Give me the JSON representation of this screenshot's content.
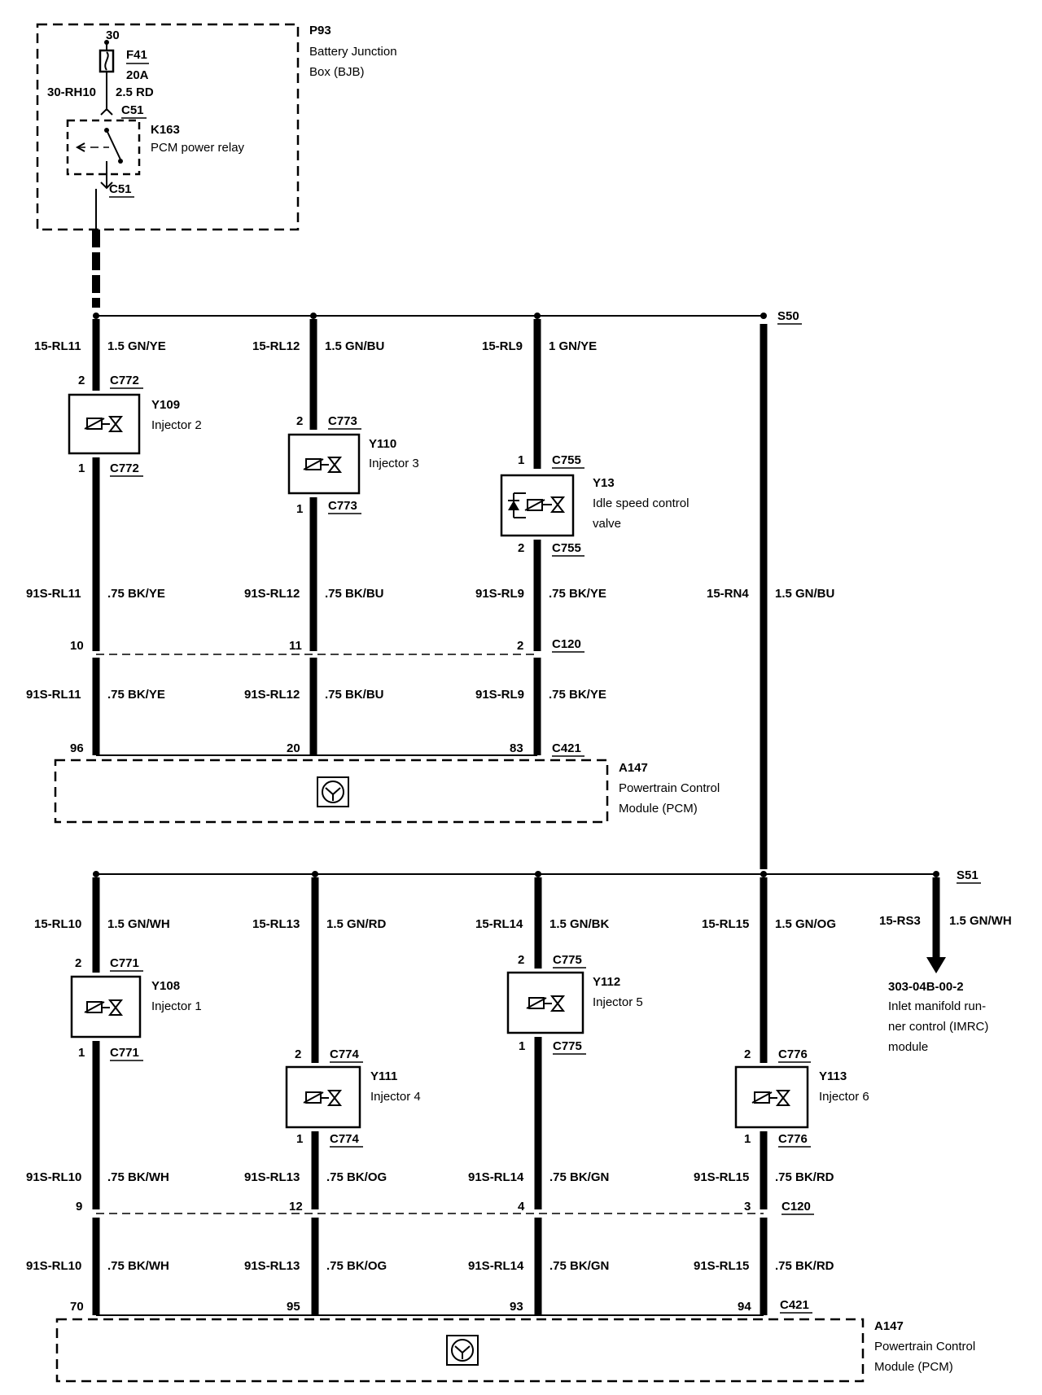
{
  "bjb": {
    "id": "P93",
    "name_line1": "Battery Junction",
    "name_line2": "Box (BJB)",
    "terminal": "30",
    "fuse_id": "F41",
    "fuse_rating": "20A",
    "feed_circuit": "30-RH10",
    "feed_wire": "2.5 RD",
    "relay_conn_top": "C51",
    "relay_conn_bottom": "C51",
    "relay_id": "K163",
    "relay_name": "PCM power relay"
  },
  "splices": {
    "s50": "S50",
    "s51": "S51"
  },
  "feed": {
    "circuit": "15-RN4",
    "wire": "1.5 GN/BU"
  },
  "row1": [
    {
      "supply_circuit": "15-RL11",
      "supply_wire": "1.5 GN/YE",
      "pin_top": "2",
      "conn_top": "C772",
      "pin_bottom": "1",
      "conn_bottom": "C772",
      "comp_id": "Y109",
      "comp_name": "Injector 2",
      "comp_name2": "",
      "ret_circuit": "91S-RL11",
      "ret_wire": ".75 BK/YE",
      "c120_pin": "10",
      "pcm_circuit": "91S-RL11",
      "pcm_wire": ".75 BK/YE",
      "pcm_pin": "96"
    },
    {
      "supply_circuit": "15-RL12",
      "supply_wire": "1.5 GN/BU",
      "pin_top": "2",
      "conn_top": "C773",
      "pin_bottom": "1",
      "conn_bottom": "C773",
      "comp_id": "Y110",
      "comp_name": "Injector 3",
      "comp_name2": "",
      "ret_circuit": "91S-RL12",
      "ret_wire": ".75 BK/BU",
      "c120_pin": "11",
      "pcm_circuit": "91S-RL12",
      "pcm_wire": ".75 BK/BU",
      "pcm_pin": "20"
    },
    {
      "supply_circuit": "15-RL9",
      "supply_wire": "1 GN/YE",
      "pin_top": "1",
      "conn_top": "C755",
      "pin_bottom": "2",
      "conn_bottom": "C755",
      "comp_id": "Y13",
      "comp_name": "Idle speed control",
      "comp_name2": "valve",
      "ret_circuit": "91S-RL9",
      "ret_wire": ".75 BK/YE",
      "c120_pin": "2",
      "pcm_circuit": "91S-RL9",
      "pcm_wire": ".75 BK/YE",
      "pcm_pin": "83"
    }
  ],
  "row1_connectors": {
    "c120": "C120",
    "c421": "C421"
  },
  "pcm1": {
    "id": "A147",
    "name_line1": "Powertrain Control",
    "name_line2": "Module (PCM)"
  },
  "row2": [
    {
      "supply_circuit": "15-RL10",
      "supply_wire": "1.5 GN/WH",
      "pin_top": "2",
      "conn_top": "C771",
      "pin_bottom": "1",
      "conn_bottom": "C771",
      "comp_id": "Y108",
      "comp_name": "Injector 1",
      "ret_circuit": "91S-RL10",
      "ret_wire": ".75 BK/WH",
      "c120_pin": "9",
      "pcm_circuit": "91S-RL10",
      "pcm_wire": ".75 BK/WH",
      "pcm_pin": "70"
    },
    {
      "supply_circuit": "15-RL13",
      "supply_wire": "1.5 GN/RD",
      "pin_top": "2",
      "conn_top": "C774",
      "pin_bottom": "1",
      "conn_bottom": "C774",
      "comp_id": "Y111",
      "comp_name": "Injector 4",
      "ret_circuit": "91S-RL13",
      "ret_wire": ".75 BK/OG",
      "c120_pin": "12",
      "pcm_circuit": "91S-RL13",
      "pcm_wire": ".75 BK/OG",
      "pcm_pin": "95"
    },
    {
      "supply_circuit": "15-RL14",
      "supply_wire": "1.5 GN/BK",
      "pin_top": "2",
      "conn_top": "C775",
      "pin_bottom": "1",
      "conn_bottom": "C775",
      "comp_id": "Y112",
      "comp_name": "Injector 5",
      "ret_circuit": "91S-RL14",
      "ret_wire": ".75 BK/GN",
      "c120_pin": "4",
      "pcm_circuit": "91S-RL14",
      "pcm_wire": ".75 BK/GN",
      "pcm_pin": "93"
    },
    {
      "supply_circuit": "15-RL15",
      "supply_wire": "1.5 GN/OG",
      "pin_top": "2",
      "conn_top": "C776",
      "pin_bottom": "1",
      "conn_bottom": "C776",
      "comp_id": "Y113",
      "comp_name": "Injector 6",
      "ret_circuit": "91S-RL15",
      "ret_wire": ".75 BK/RD",
      "c120_pin": "3",
      "pcm_circuit": "91S-RL15",
      "pcm_wire": ".75 BK/RD",
      "pcm_pin": "94"
    }
  ],
  "row2_connectors": {
    "c120": "C120",
    "c421": "C421"
  },
  "imrc": {
    "circuit": "15-RS3",
    "wire": "1.5 GN/WH",
    "ref": "303-04B-00-2",
    "line1": "Inlet manifold run-",
    "line2": "ner control (IMRC)",
    "line3": "module"
  },
  "pcm2": {
    "id": "A147",
    "name_line1": "Powertrain Control",
    "name_line2": "Module (PCM)"
  }
}
